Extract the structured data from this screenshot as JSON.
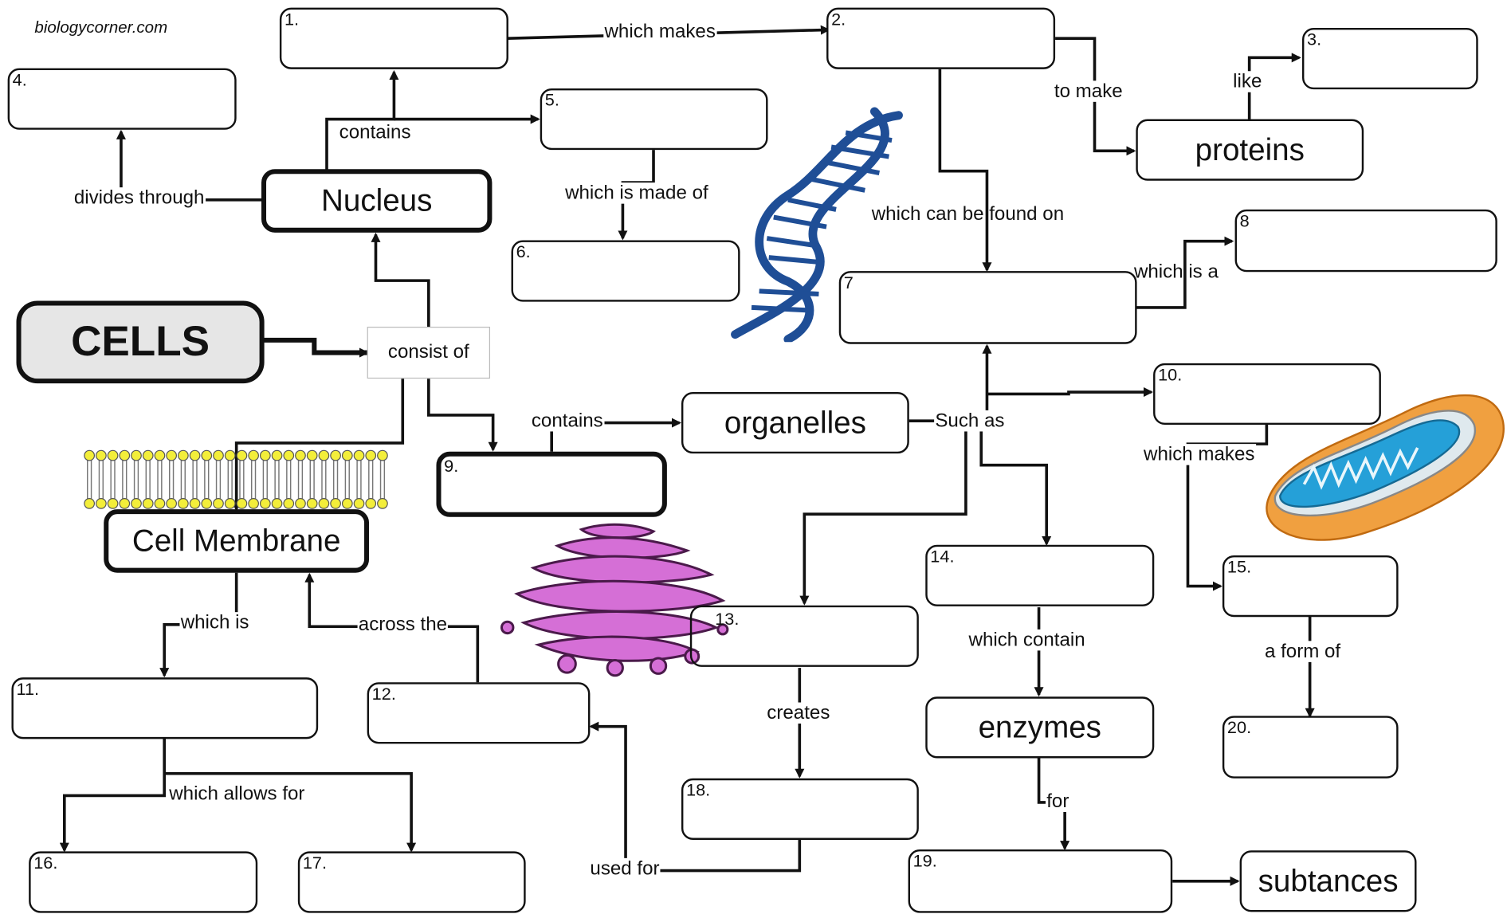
{
  "credit": "biologycorner.com",
  "title_box": "CELLS",
  "main_nodes": {
    "nucleus": "Nucleus",
    "cell_membrane": "Cell Membrane",
    "organelles": "organelles",
    "proteins": "proteins",
    "enzymes": "enzymes",
    "subtances": "subtances",
    "consist_of": "consist of"
  },
  "blanks": {
    "b1": "1.",
    "b2": "2.",
    "b3": "3.",
    "b4": "4.",
    "b5": "5.",
    "b6": "6.",
    "b7": "7",
    "b8": "8",
    "b9": "9.",
    "b10": "10.",
    "b11": "11.",
    "b12": "12.",
    "b13": "13.",
    "b14": "14.",
    "b15": "15.",
    "b16": "16.",
    "b17": "17.",
    "b18": "18.",
    "b19": "19.",
    "b20": "20."
  },
  "links": {
    "which_makes_top": "which makes",
    "to_make": "to make",
    "like": "like",
    "contains_top": "contains",
    "divides_through": "divides through",
    "which_is_made_of": "which is made of",
    "which_can_be_found_on": "which can be found on",
    "which_is_a": "which is a",
    "contains_mid": "contains",
    "such_as": "Such as",
    "which_makes_mid": "which makes",
    "which_is": "which is",
    "across_the": "across the",
    "which_contain": "which contain",
    "a_form_of": "a form of",
    "creates": "creates",
    "which_allows_for": "which allows for",
    "for": "for",
    "used_for": "used for"
  },
  "icons": [
    "dna-icon",
    "cell-membrane-bilayer-icon",
    "golgi-apparatus-icon",
    "mitochondria-icon"
  ]
}
